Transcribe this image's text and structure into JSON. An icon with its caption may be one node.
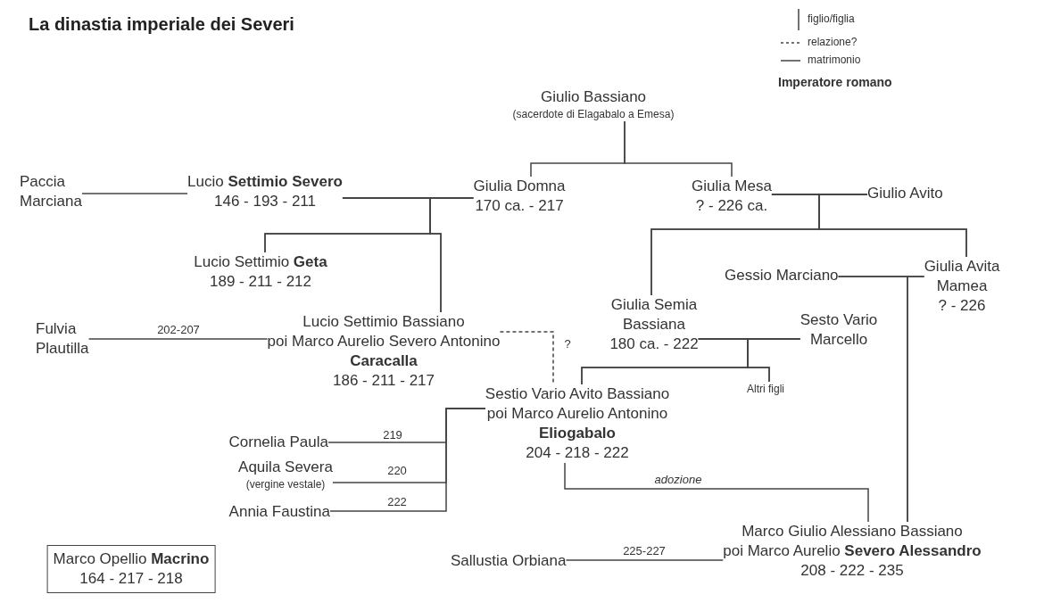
{
  "diagram": {
    "title": "La dinastia imperiale dei Severi",
    "nodes": [
      {
        "text": [
          "Giulio Bassiano",
          "(sacerdote di Elagabalo a Emesa)"
        ]
      },
      {
        "text": [
          "Paccia Marciana"
        ]
      },
      {
        "text": [
          "Lucio **Settimio Severo**",
          "146 - 193 - 211"
        ]
      },
      {
        "text": [
          "Giulia Domna",
          "170 ca. - 217"
        ]
      },
      {
        "text": [
          "Giulia Mesa",
          "? - 226 ca."
        ]
      },
      {
        "text": [
          "Giulio Avito"
        ]
      },
      {
        "text": [
          "Lucio Settimio **Geta**",
          "189 - 211 - 212"
        ]
      },
      {
        "text": [
          "Gessio Marciano"
        ]
      },
      {
        "text": [
          "Giulia Avita Mamea",
          "? - 226"
        ]
      },
      {
        "text": [
          "Giulia Semia Bassiana",
          "180 ca. - 222"
        ]
      },
      {
        "text": [
          "Fulvia Plautilla"
        ]
      },
      {
        "text": [
          "Lucio Settimio Bassiano poi Marco Aurelio Severo Antonino",
          "Caracalla",
          "186 - 211 - 217"
        ]
      },
      {
        "text": [
          "Sesto Vario Marcello"
        ]
      },
      {
        "text": [
          "Sestio Vario Avito Bassiano poi Marco Aurelio Antonino",
          "Eliogabalo",
          "204 - 218 - 222"
        ]
      },
      {
        "text": [
          "Altri figli"
        ]
      },
      {
        "text": [
          "Cornelia Paula"
        ]
      },
      {
        "text": [
          "Aquila Severa",
          "(vergine vestale)"
        ]
      },
      {
        "text": [
          "Annia Faustina"
        ]
      },
      {
        "text": [
          "Marco Opellio **Macrino**",
          "164 - 217 - 218"
        ]
      },
      {
        "text": [
          "Sallustia Orbiana"
        ]
      },
      {
        "text": [
          "Marco Giulio Alessiano Bassiano poi Marco Aurelio **Severo Alessandro**",
          "208 - 222 - 235"
        ]
      }
    ],
    "edges": [
      {
        "from": 0,
        "to": 3,
        "arrow": "none"
      },
      {
        "from": 0,
        "to": 4,
        "arrow": "none"
      },
      {
        "from": 1,
        "to": 2,
        "arrow": "none"
      },
      {
        "from": 2,
        "to": 3,
        "arrow": "none"
      },
      {
        "from": 2,
        "to": 6,
        "arrow": "none"
      },
      {
        "from": 3,
        "to": 6,
        "arrow": "none"
      },
      {
        "from": 2,
        "to": 11,
        "arrow": "none"
      },
      {
        "from": 3,
        "to": 11,
        "arrow": "none"
      },
      {
        "from": 4,
        "to": 5,
        "arrow": "none"
      },
      {
        "from": 4,
        "to": 9,
        "arrow": "none"
      },
      {
        "from": 5,
        "to": 9,
        "arrow": "none"
      },
      {
        "from": 4,
        "to": 8,
        "arrow": "none"
      },
      {
        "from": 5,
        "to": 8,
        "arrow": "none"
      },
      {
        "from": 7,
        "to": 8,
        "arrow": "none"
      },
      {
        "from": 7,
        "to": 20,
        "arrow": "none"
      },
      {
        "from": 8,
        "to": 20,
        "arrow": "none"
      },
      {
        "from": 10,
        "to": 11,
        "label": "202-207",
        "arrow": "none"
      },
      {
        "from": 9,
        "to": 12,
        "arrow": "none"
      },
      {
        "from": 9,
        "to": 13,
        "arrow": "none"
      },
      {
        "from": 12,
        "to": 13,
        "arrow": "none"
      },
      {
        "from": 9,
        "to": 14,
        "arrow": "none"
      },
      {
        "from": 12,
        "to": 14,
        "arrow": "none"
      },
      {
        "from": 11,
        "to": 13,
        "label": "?",
        "arrow": "none",
        "style": "dashed"
      },
      {
        "from": 15,
        "to": 13,
        "label": "219",
        "arrow": "none"
      },
      {
        "from": 16,
        "to": 13,
        "label": "220",
        "arrow": "none"
      },
      {
        "from": 17,
        "to": 13,
        "label": "222",
        "arrow": "none"
      },
      {
        "from": 13,
        "to": 20,
        "label": "adozione",
        "arrow": "none"
      },
      {
        "from": 19,
        "to": 20,
        "label": "225-227",
        "arrow": "none"
      }
    ],
    "legend": [
      {
        "text": "figlio/figlia"
      },
      {
        "text": "relazione?"
      },
      {
        "text": "matrimonio"
      },
      {
        "text": "Imperatore romano"
      }
    ]
  }
}
